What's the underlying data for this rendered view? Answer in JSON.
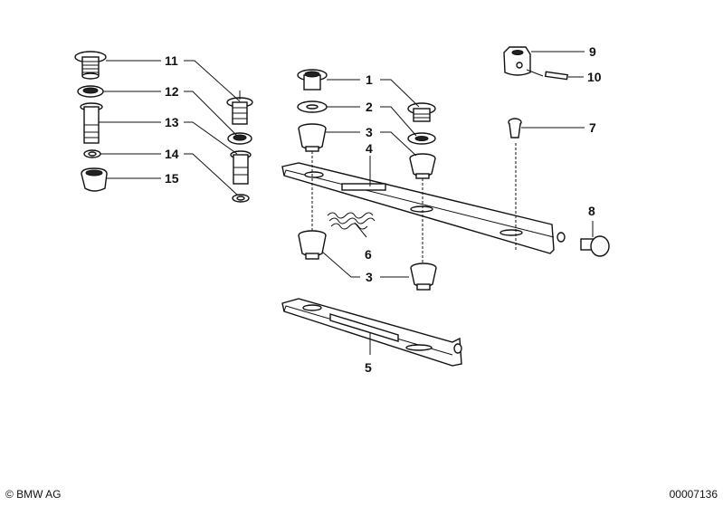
{
  "callouts": {
    "c1": "1",
    "c2": "2",
    "c3a": "3",
    "c3b": "3",
    "c4": "4",
    "c5": "5",
    "c6": "6",
    "c7": "7",
    "c8": "8",
    "c9": "9",
    "c10": "10",
    "c11": "11",
    "c12": "12",
    "c13": "13",
    "c14": "14",
    "c15": "15"
  },
  "footer": {
    "copyright": "© BMW AG",
    "doc_number": "00007136"
  }
}
